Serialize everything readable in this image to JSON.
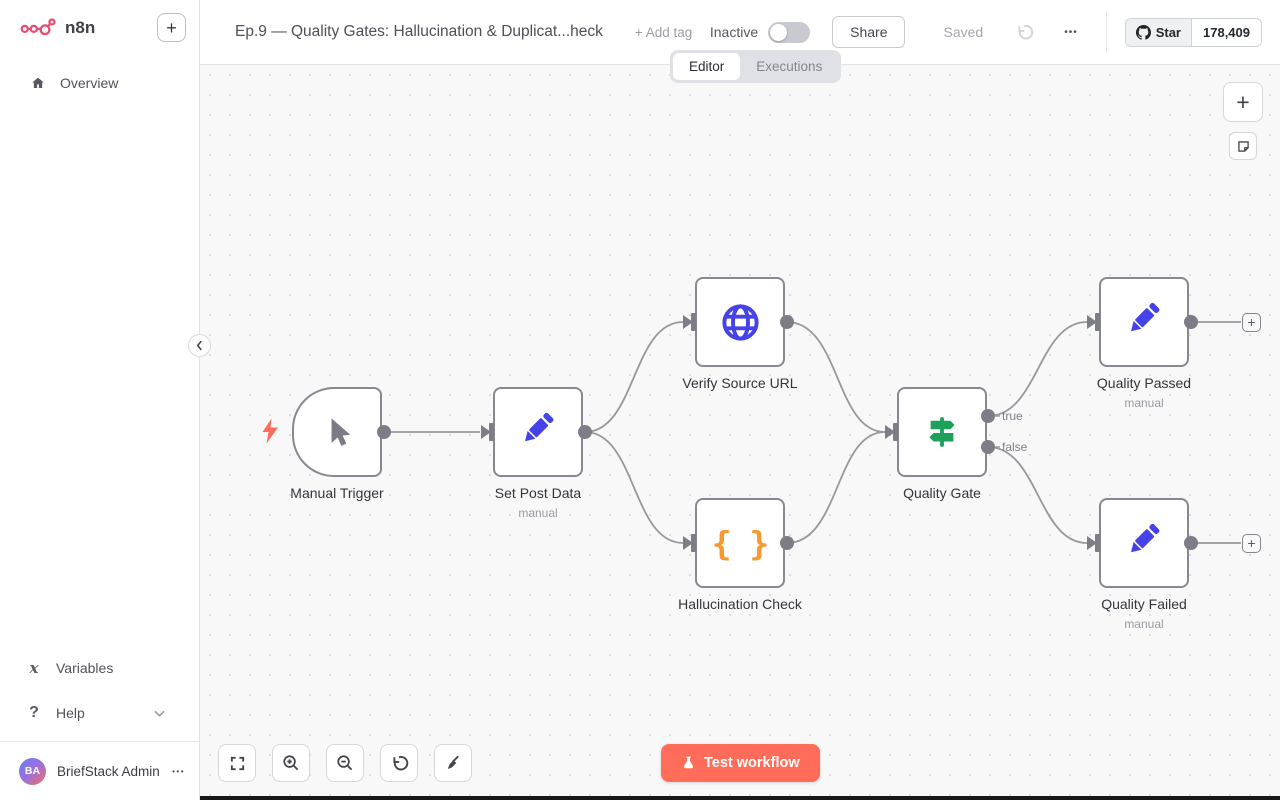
{
  "sidebar": {
    "brand": "n8n",
    "overview_label": "Overview",
    "variables_label": "Variables",
    "help_label": "Help",
    "user_name": "BriefStack Admin",
    "user_initials": "BA"
  },
  "header": {
    "title": "Ep.9 — Quality Gates: Hallucination & Duplicat...heck",
    "add_tag_label": "+ Add tag",
    "activation_state": "Inactive",
    "share_label": "Share",
    "saved_label": "Saved",
    "github_star_label": "Star",
    "github_star_count": "178,409"
  },
  "tabs": {
    "editor": "Editor",
    "executions": "Executions"
  },
  "canvas": {
    "nodes": [
      {
        "label": "Manual Trigger",
        "subtitle": "",
        "icon": "cursor-icon"
      },
      {
        "label": "Set Post Data",
        "subtitle": "manual",
        "icon": "pencil-icon"
      },
      {
        "label": "Verify Source URL",
        "subtitle": "",
        "icon": "globe-icon"
      },
      {
        "label": "Hallucination Check",
        "subtitle": "",
        "icon": "code-braces-icon"
      },
      {
        "label": "Quality Gate",
        "subtitle": "",
        "icon": "signpost-icon"
      },
      {
        "label": "Quality Passed",
        "subtitle": "manual",
        "icon": "pencil-icon"
      },
      {
        "label": "Quality Failed",
        "subtitle": "manual",
        "icon": "pencil-icon"
      }
    ],
    "branch_true": "true",
    "branch_false": "false"
  },
  "controls": {
    "test_workflow_label": "Test workflow"
  },
  "glyphs": {
    "plus": "+",
    "braces": "{ }",
    "ellipsis": "•••",
    "question_mark": "?",
    "variables_x": "x"
  },
  "colors": {
    "brand_pink": "#ea4b71",
    "accent_coral": "#ff6d5a",
    "icon_blue": "#4442e8",
    "icon_orange": "#f9982f",
    "icon_green": "#1ea05c",
    "port_gray": "#7d7d87",
    "edge_gray": "#97979d"
  }
}
